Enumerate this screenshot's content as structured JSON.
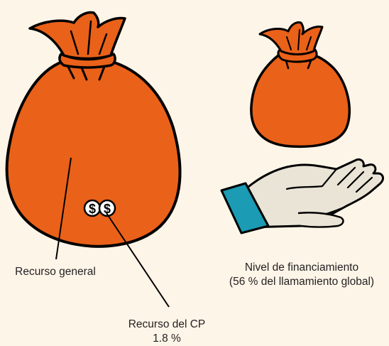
{
  "colors": {
    "background": "#fdf5e8",
    "bag": "#ea6119",
    "outline": "#000000",
    "hand": "#e9e4d6",
    "cuff": "#1b9bb4",
    "coin": "#ffffff",
    "text": "#231f20"
  },
  "icons": {
    "large_bag": "money-bag-icon",
    "small_bag": "money-bag-icon",
    "hand": "open-hand-icon",
    "coins": "dollar-coin-icon"
  },
  "coins": {
    "glyph": "$"
  },
  "labels": {
    "general": "Recurso general",
    "cp_line1": "Recurso del CP",
    "cp_line2": "1.8 %",
    "funding_line1": "Nivel de financiamiento",
    "funding_line2": "(56 % del llamamiento global)"
  }
}
